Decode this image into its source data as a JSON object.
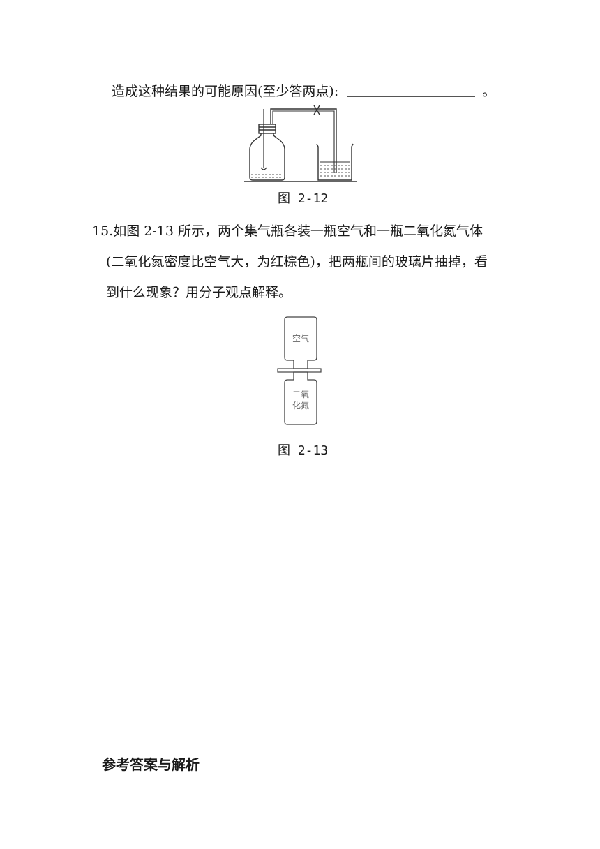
{
  "q14": {
    "prompt": "造成这种结果的可能原因(至少答两点):",
    "end_mark": "。"
  },
  "figure_2_12": {
    "caption": "图 2-12",
    "icon": "gas-collection-apparatus-diagram"
  },
  "q15": {
    "number": "15.",
    "line1": "如图 2-13 所示，两个集气瓶各装一瓶空气和一瓶二氧化氮气体",
    "line2": "(二氧化氮密度比空气大，为红棕色)，把两瓶间的玻璃片抽掉，看",
    "line3": "到什么现象？用分子观点解释。"
  },
  "figure_2_13": {
    "top_bottle_label": "空气",
    "bottom_bottle_label_line1": "二氧",
    "bottom_bottle_label_line2": "化氮",
    "caption": "图 2-13",
    "icon": "two-gas-jars-diagram"
  },
  "answers": {
    "heading": "参考答案与解析"
  }
}
